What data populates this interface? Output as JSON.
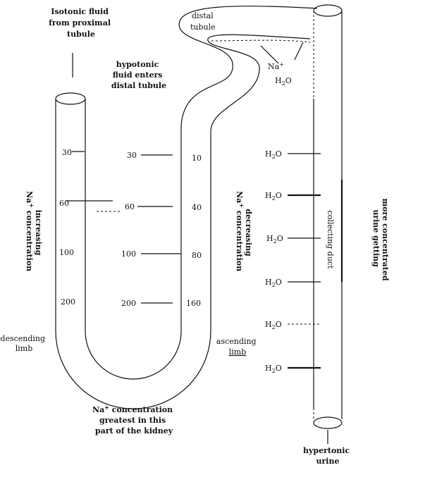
{
  "labels": {
    "isotonic": [
      "Isotonic fluid",
      "from proximal",
      "tubule"
    ],
    "distal_tubule": [
      "distal",
      "tubule"
    ],
    "hypotonic": [
      "hypotonic",
      "fluid enters",
      "distal tubule"
    ],
    "na_h2o": {
      "na": "Na",
      "na_sup": "+",
      "h2o": "H",
      "h2o_sub": "2",
      "h2o_o": "O"
    },
    "na_increasing": [
      "Na",
      "+",
      " concentration",
      "increasing"
    ],
    "na_decreasing": [
      "Na",
      "+",
      " concentration",
      "decreasing"
    ],
    "collecting_duct": "collecting duct",
    "urine_water": [
      "urine getting",
      "more concentrated"
    ],
    "descending_limb": [
      "descending",
      "limb"
    ],
    "ascending_limb": [
      "ascending",
      "limb"
    ],
    "na_greatest": [
      "Na",
      "+",
      " concentration",
      "greatest in this",
      "part of the kidney"
    ],
    "hypertonic_urine": [
      "hypertonic",
      "urine"
    ]
  },
  "values": {
    "descending": [
      "30",
      "60",
      "100",
      "200"
    ],
    "interstitial": [
      "30",
      "60",
      "100",
      "200"
    ],
    "ascending": [
      "10",
      "40",
      "80",
      "160"
    ]
  },
  "water": [
    "H",
    "2",
    "O"
  ]
}
